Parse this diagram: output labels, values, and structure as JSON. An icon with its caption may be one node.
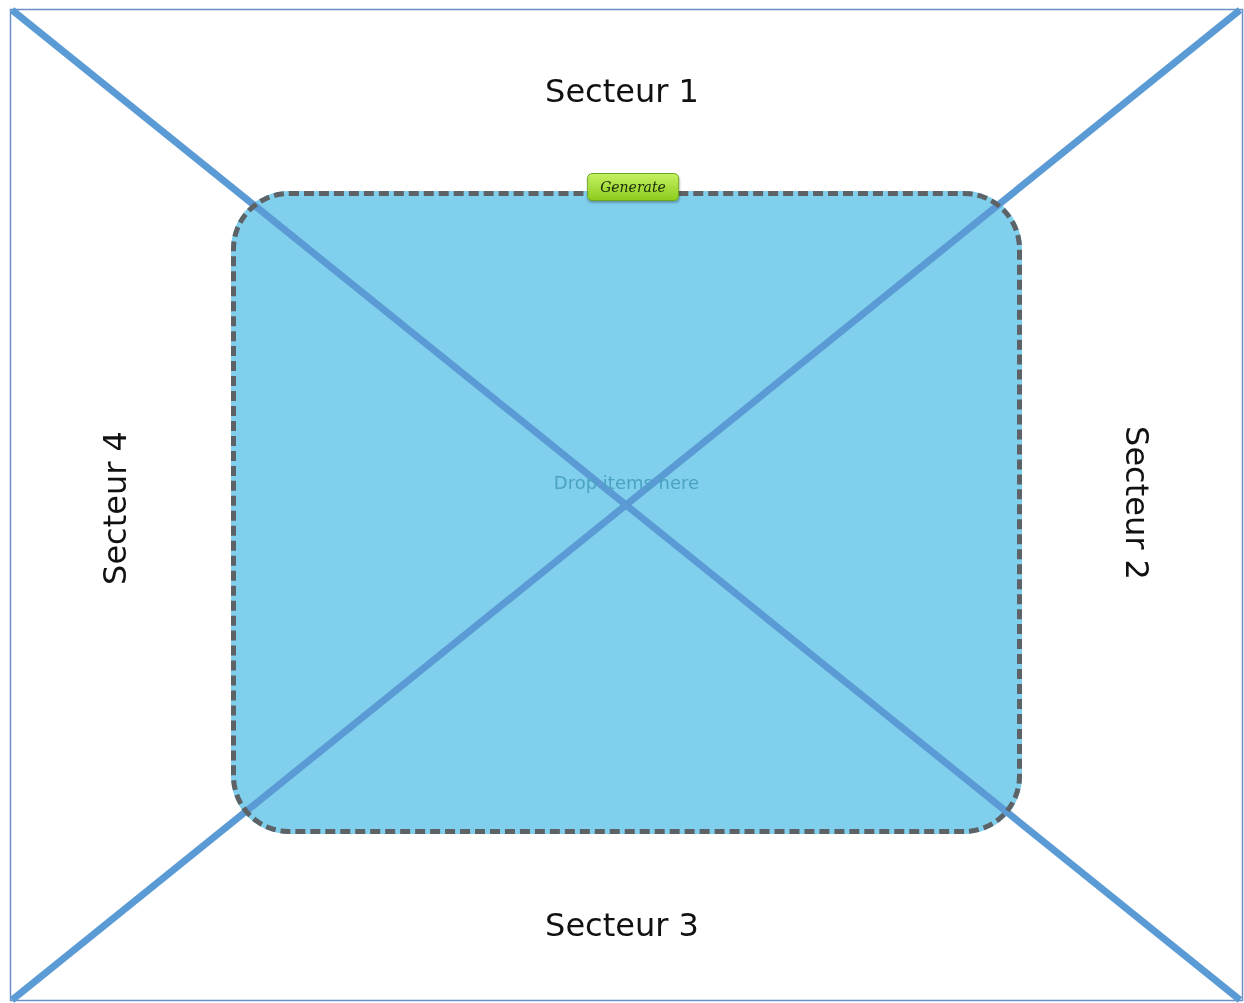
{
  "diagram": {
    "nodes": [
      {
        "text": [
          "Drop items here"
        ]
      }
    ],
    "labels": [
      "Secteur 1",
      "Generate",
      "Secteur 4",
      "Secteur 2",
      "Secteur 3"
    ]
  }
}
